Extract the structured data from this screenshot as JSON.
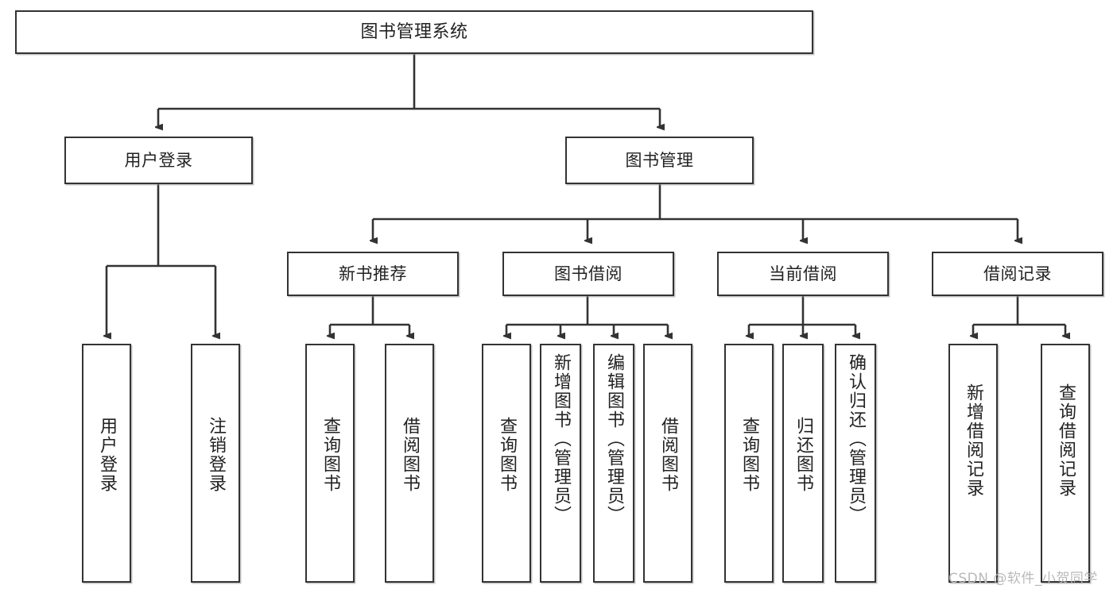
{
  "diagram": {
    "title": "图书管理系统",
    "type": "tree-hierarchy-diagram",
    "watermark": "CSDN @软件_小贺同学",
    "colors": {
      "box_border": "#333333",
      "box_fill": "#ffffff",
      "edge": "#333333",
      "text": "#222222",
      "watermark": "#b9b9b9",
      "background": "#ffffff"
    },
    "nodes": {
      "root": {
        "label": "图书管理系统"
      },
      "level2": [
        {
          "label": "用户登录"
        },
        {
          "label": "图书管理"
        }
      ],
      "level3": [
        {
          "label": "新书推荐"
        },
        {
          "label": "图书借阅"
        },
        {
          "label": "当前借阅"
        },
        {
          "label": "借阅记录"
        }
      ],
      "leaves": {
        "user_login": [
          {
            "label": "用户登录"
          },
          {
            "label": "注销登录"
          }
        ],
        "new_book_recommend": [
          {
            "label": "查询图书"
          },
          {
            "label": "借阅图书"
          }
        ],
        "book_borrow": [
          {
            "label": "查询图书"
          },
          {
            "label": "新增图书（管理员）"
          },
          {
            "label": "编辑图书（管理员）"
          },
          {
            "label": "借阅图书"
          }
        ],
        "current_borrow": [
          {
            "label": "查询图书"
          },
          {
            "label": "归还图书"
          },
          {
            "label": "确认归还（管理员）"
          }
        ],
        "borrow_record": [
          {
            "label": "新增借阅记录"
          },
          {
            "label": "查询借阅记录"
          }
        ]
      }
    }
  }
}
